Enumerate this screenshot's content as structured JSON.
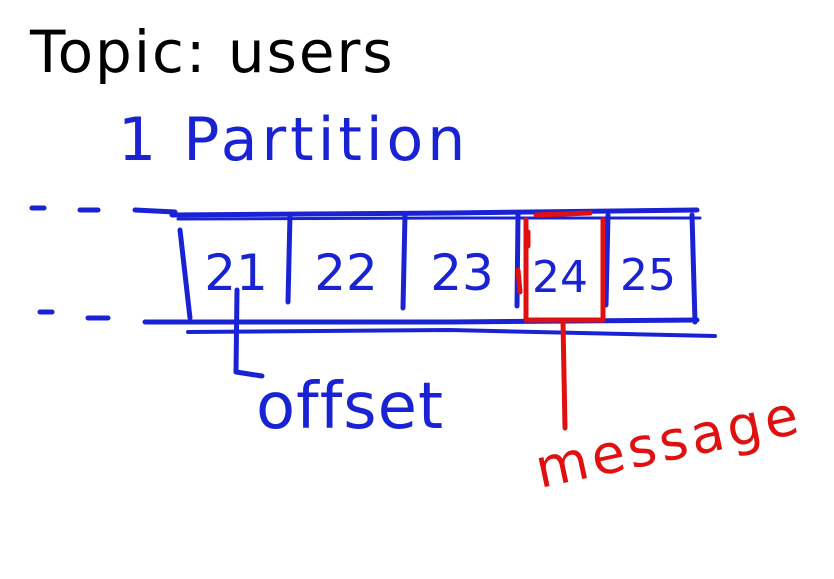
{
  "title": "Topic: users",
  "subtitle": "1 Partition",
  "offsets": [
    "21",
    "22",
    "23",
    "24",
    "25"
  ],
  "offset_label": "offset",
  "message_label": "message",
  "highlighted_offset": "24",
  "colors": {
    "background": "#ffffff",
    "title_ink": "#000000",
    "partition_ink": "#1a23d4",
    "message_ink": "#e01010"
  }
}
